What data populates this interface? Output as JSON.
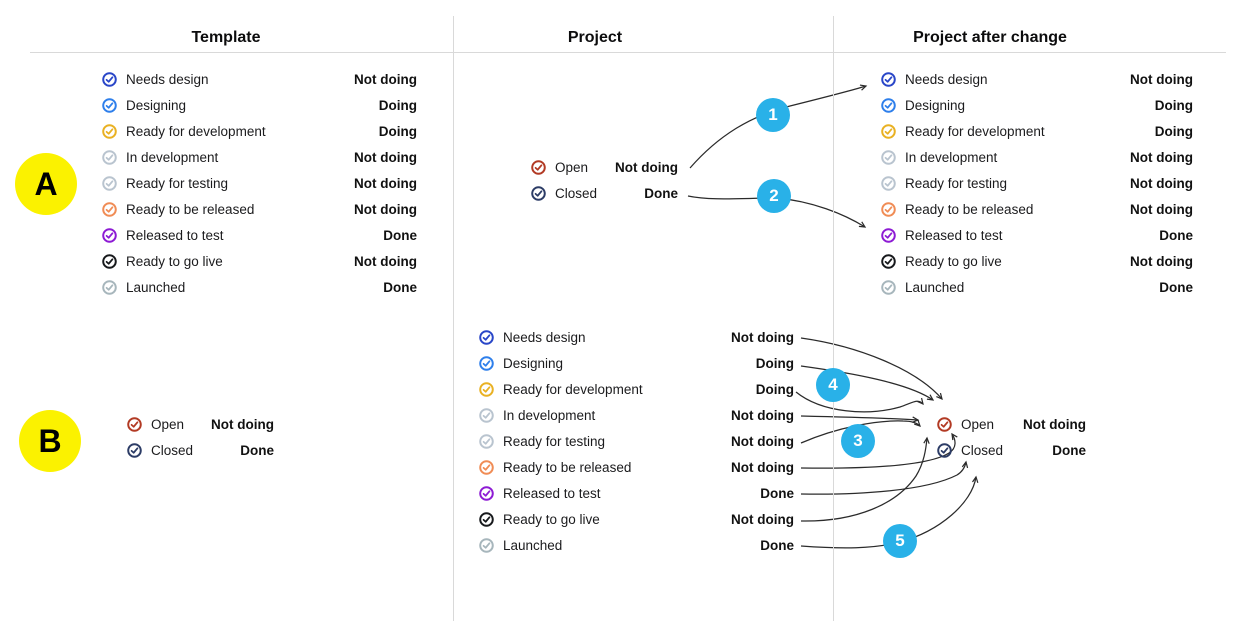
{
  "columns": [
    {
      "label": "Template"
    },
    {
      "label": "Project"
    },
    {
      "label": "Project after change"
    }
  ],
  "section_markers": [
    {
      "label": "A"
    },
    {
      "label": "B"
    }
  ],
  "annotation_badges": [
    {
      "label": "1"
    },
    {
      "label": "2"
    },
    {
      "label": "3"
    },
    {
      "label": "4"
    },
    {
      "label": "5"
    }
  ],
  "lists": {
    "template_statuses": {
      "rows": [
        {
          "label": "Needs design",
          "value": "Not doing",
          "color": "#2946c8"
        },
        {
          "label": "Designing",
          "value": "Doing",
          "color": "#2e7feb"
        },
        {
          "label": "Ready for development",
          "value": "Doing",
          "color": "#e9b123"
        },
        {
          "label": "In development",
          "value": "Not doing",
          "color": "#b9c4cf"
        },
        {
          "label": "Ready for testing",
          "value": "Not doing",
          "color": "#b9c4cf"
        },
        {
          "label": "Ready to be released",
          "value": "Not doing",
          "color": "#f08c55"
        },
        {
          "label": "Released to test",
          "value": "Done",
          "color": "#8d1bd4"
        },
        {
          "label": "Ready to go live",
          "value": "Not doing",
          "color": "#17191c"
        },
        {
          "label": "Launched",
          "value": "Done",
          "color": "#a7b6bc"
        }
      ]
    },
    "project_statuses": {
      "rows": [
        {
          "label": "Open",
          "value": "Not doing",
          "color": "#b23a24"
        },
        {
          "label": "Closed",
          "value": "Done",
          "color": "#2c3c66"
        }
      ]
    }
  },
  "colors": {
    "badge": "#29b1e8",
    "marker": "#fbf200",
    "arrow": "#2b2b2b",
    "divider": "#d9d9d9"
  }
}
